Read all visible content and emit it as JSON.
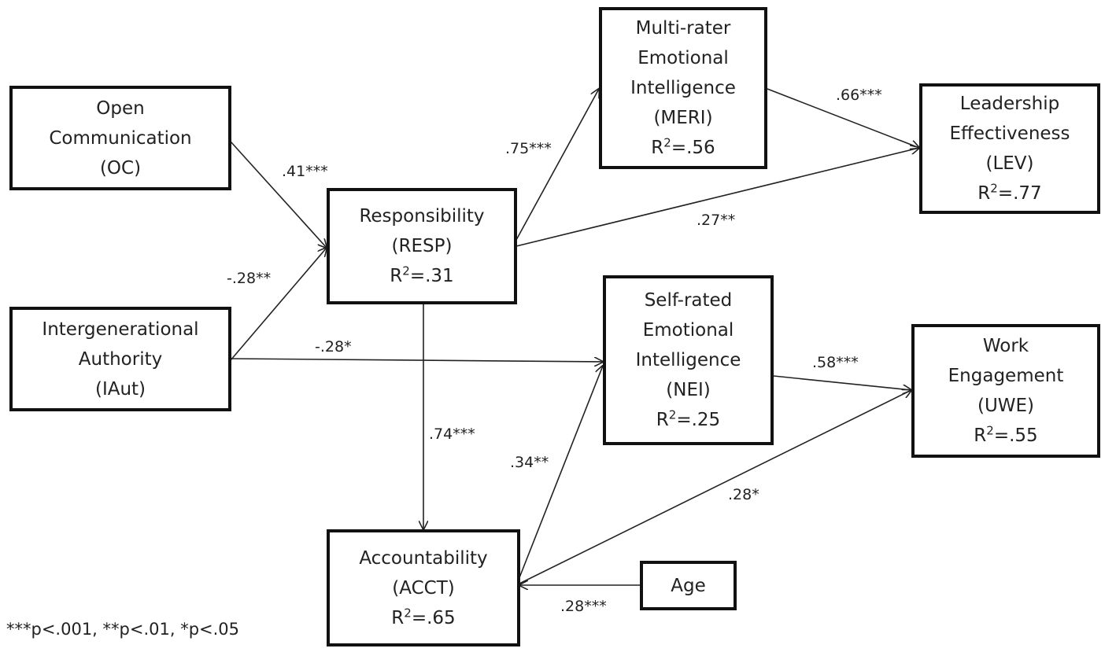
{
  "nodes": {
    "oc": {
      "line1": "Open",
      "line2": "Communication",
      "line3": "(OC)"
    },
    "iaut": {
      "line1": "Intergenerational",
      "line2": "Authority",
      "line3": "(IAut)"
    },
    "resp": {
      "line1": "Responsibility",
      "line2": "(RESP)",
      "r2": "=.31"
    },
    "acct": {
      "line1": "Accountability",
      "line2": "(ACCT)",
      "r2": "=.65"
    },
    "meri": {
      "line1": "Multi-rater",
      "line2": "Emotional",
      "line3": "Intelligence",
      "line4": "(MERI)",
      "r2": "=.56"
    },
    "nei": {
      "line1": "Self-rated",
      "line2": "Emotional",
      "line3": "Intelligence",
      "line4": "(NEI)",
      "r2": "=.25"
    },
    "lev": {
      "line1": "Leadership",
      "line2": "Effectiveness",
      "line3": "(LEV)",
      "r2": "=.77"
    },
    "uwe": {
      "line1": "Work",
      "line2": "Engagement",
      "line3": "(UWE)",
      "r2": "=.55"
    },
    "age": {
      "line1": "Age"
    }
  },
  "r2_prefix": "R",
  "r2_superscript": "2",
  "paths": {
    "oc_resp": ".41***",
    "iaut_resp": "-.28**",
    "iaut_nei": "-.28*",
    "resp_meri": ".75***",
    "resp_lev": ".27**",
    "resp_acct": ".74***",
    "meri_lev": ".66***",
    "nei_uwe": ".58***",
    "acct_nei": ".34**",
    "acct_uwe": ".28*",
    "age_acct": ".28***"
  },
  "footnote": "***p<.001, **p<.01, *p<.05"
}
